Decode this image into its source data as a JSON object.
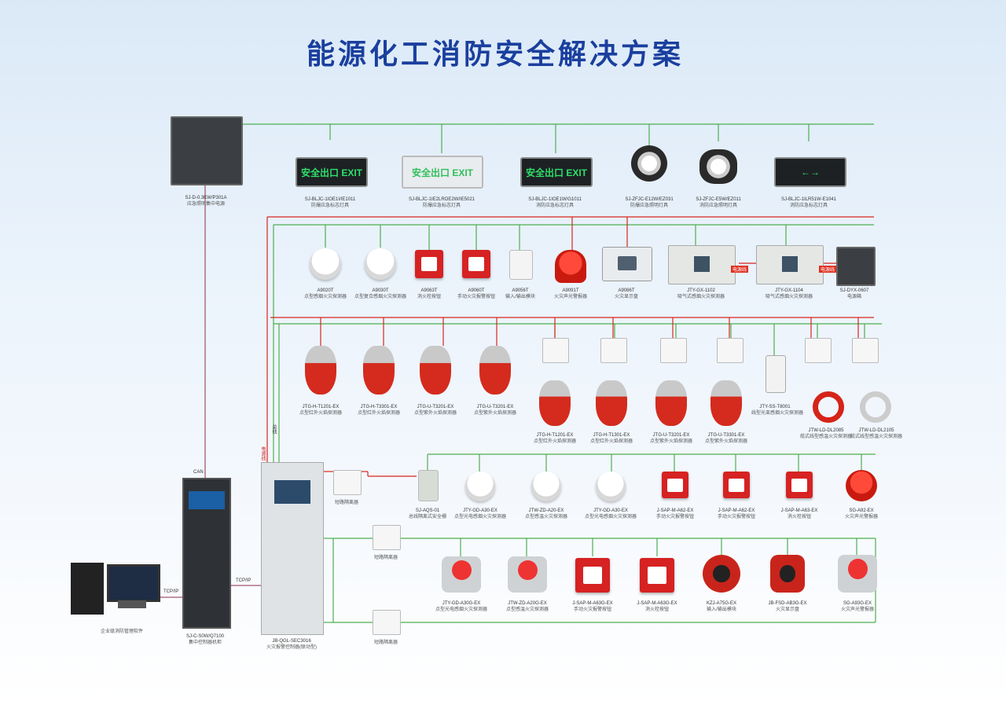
{
  "title": "能源化工消防安全解决方案",
  "line_colors": {
    "green": "#4caf50",
    "red": "#d8261c",
    "maroon": "#8e2a4a"
  },
  "devices": {
    "eps_panel": {
      "model": "SJ-D-0.3KW/P301A",
      "desc": "应急照明集中电源"
    },
    "ex_sign1": {
      "model": "SJ-BLJC-1IOE1I/IE1011",
      "desc": "防爆应急标志灯具",
      "text": "安全出口 EXIT"
    },
    "ex_sign2": {
      "model": "SJ-BLJC-1IE2LROE2W/IE5021",
      "desc": "防爆应急标志灯具",
      "text": "安全出口 EXIT"
    },
    "ex_sign3": {
      "model": "SJ-BLJC-1IOE1W/G1011",
      "desc": "消防应急标志灯具",
      "text": "安全出口 EXIT"
    },
    "ex_lamp1": {
      "model": "SJ-ZFJC-E12W/EZ031",
      "desc": "防爆应急照明灯具"
    },
    "ex_lamp2": {
      "model": "SJ-ZFJC-E5W/EZ011",
      "desc": "消防应急照明灯具"
    },
    "ex_sign4": {
      "model": "SJ-BLJC-1ILR51W-E1041",
      "desc": "消防应急标志灯具",
      "text": "←→"
    },
    "a9020": {
      "model": "A9020T",
      "desc": "点型感烟火灾探测器"
    },
    "a9030": {
      "model": "A9030T",
      "desc": "点型复合感烟火灾探测器"
    },
    "a9063": {
      "model": "A9063T",
      "desc": "消火栓按钮"
    },
    "a9060": {
      "model": "A9060T",
      "desc": "手动火灾报警按钮"
    },
    "a9056": {
      "model": "A9056T",
      "desc": "输入/输出模块"
    },
    "a9091": {
      "model": "A9091T",
      "desc": "火灾声光警报器"
    },
    "a9086": {
      "model": "A9086T",
      "desc": "火灾显示盘"
    },
    "gx1102": {
      "model": "JTY-GX-1102",
      "desc": "吸气式感烟火灾探测器"
    },
    "gx1104": {
      "model": "JTY-GX-1104",
      "desc": "吸气式感烟火灾探测器"
    },
    "dyx": {
      "model": "SJ-DYX-0607",
      "desc": "电源箱"
    },
    "power_tag": "电源线",
    "flame_top": [
      {
        "model": "JTG-H-T1201-EX",
        "desc": "点型红外火焰探测器"
      },
      {
        "model": "JTG-H-T3301-EX",
        "desc": "点型红外火焰探测器"
      },
      {
        "model": "JTG-U-T3201-EX",
        "desc": "点型紫外火焰探测器"
      },
      {
        "model": "JTG-U-T3201-EX",
        "desc": "点型紫外火焰探测器"
      }
    ],
    "flame_bottom": [
      {
        "model": "JTG-H-T1201-EX",
        "desc": "点型红外火焰探测器"
      },
      {
        "model": "JTG-H-T1301-EX",
        "desc": "点型红外火焰探测器"
      },
      {
        "model": "JTG-U-T3201-EX",
        "desc": "点型紫外火焰探测器"
      },
      {
        "model": "JTG-U-T3301-EX",
        "desc": "点型紫外火焰探测器"
      }
    ],
    "ss_t8001": {
      "model": "JTY-SS-T8001",
      "desc": "线型光束感烟火灾探测器"
    },
    "dl_red": {
      "model": "JTW-LD-DL2085",
      "desc": "缆式线型感温火灾探测器"
    },
    "dl_white": {
      "model": "JTW-LD-DL2105",
      "desc": "缆式线型感温火灾探测器"
    },
    "row4": [
      {
        "model": "SJ-AQS-01",
        "desc": "总线隔离式安全栅"
      },
      {
        "model": "JTY-GD-A30-EX",
        "desc": "点型光电感烟火灾探测器"
      },
      {
        "model": "JTW-ZD-A20-EX",
        "desc": "点型感温火灾探测器"
      },
      {
        "model": "JTY-GD-A30-EX",
        "desc": "点型光电感烟火灾探测器"
      },
      {
        "model": "J-SAP-M-A62-EX",
        "desc": "手动火灾报警按钮"
      },
      {
        "model": "J-SAP-M-A62-EX",
        "desc": "手动火灾报警按钮"
      },
      {
        "model": "J-SAP-M-A63-EX",
        "desc": "消火栓按钮"
      },
      {
        "model": "SG-A92-EX",
        "desc": "火灾声光警报器"
      }
    ],
    "row5": [
      {
        "model": "JTY-GD-A30G-EX",
        "desc": "点型光电感烟火灾探测器"
      },
      {
        "model": "JTW-ZD-A20G-EX",
        "desc": "点型感温火灾探测器"
      },
      {
        "model": "J-SAP-M-A63G-EX",
        "desc": "手动火灾报警按钮"
      },
      {
        "model": "J-SAP-M-A63G-EX",
        "desc": "消火栓按钮"
      },
      {
        "model": "KZJ-A75G-EX",
        "desc": "输入/输出模块"
      },
      {
        "model": "JB-FSD-AB3G-EX",
        "desc": "火灾显示盘"
      },
      {
        "model": "SG-A93G-EX",
        "desc": "火灾声光警报器"
      }
    ],
    "isolator1": {
      "desc": "短路隔离器"
    },
    "isolator2": {
      "desc": "短路隔离器"
    },
    "isolator3": {
      "desc": "短路隔离器"
    },
    "pc": {
      "desc": "企业级消防管理软件"
    },
    "cabinet": {
      "model": "SJ-C-S0W/Q7100",
      "desc": "集中控制器机柜"
    },
    "main_panel": {
      "model": "JB-QGL-SEC3016",
      "desc": "火灾报警控制器(联动型)"
    }
  },
  "net_labels": {
    "tcpip1": "TCP/IP",
    "tcpip2": "TCP/IP",
    "can": "CAN",
    "bus1": "总线",
    "bus2": "电源线"
  }
}
